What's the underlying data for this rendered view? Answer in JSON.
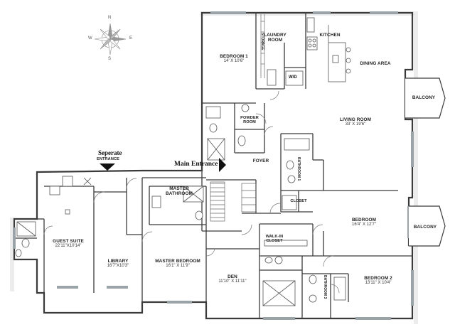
{
  "rooms": {
    "bedroom1": {
      "name": "BEDROOM 1",
      "dims": "14' X 10'6\""
    },
    "laundry": {
      "name": "LAUNDRY ROOM"
    },
    "storage": {
      "name": "STORAGE"
    },
    "kitchen": {
      "name": "KITCHEN"
    },
    "dining": {
      "name": "DINING AREA"
    },
    "powder": {
      "name": "POWDER ROOM"
    },
    "living": {
      "name": "LIVING ROOM",
      "dims": "33' X 19'6\""
    },
    "balcony_top": {
      "name": "BALCONY"
    },
    "balcony_mid": {
      "name": "BALCONY"
    },
    "foyer": {
      "name": "FOYER"
    },
    "bathroom1": {
      "name": "BATHROOM 1"
    },
    "closet": {
      "name": "CLOSET"
    },
    "master_bath": {
      "name": "MASTER BATHROOM"
    },
    "bedroom": {
      "name": "BEDROOM",
      "dims": "16'4\" X 12'7\""
    },
    "walkin": {
      "name": "WALK-IN CLOSET"
    },
    "guest": {
      "name": "GUEST   SUITE",
      "dims": "22'11\"X10'14\""
    },
    "library": {
      "name": "LIBRARY",
      "dims": "16'7\"X10'3\""
    },
    "master_bed": {
      "name": "MASTER BEDROOM",
      "dims": "16'1\" X 11'9\""
    },
    "den": {
      "name": "DEN",
      "dims": "11'10\" X 11'11\""
    },
    "bathroom3": {
      "name": "BATHROOM 3"
    },
    "bedroom2": {
      "name": "BEDROOM 2",
      "dims": "13'11\" X 10'4\""
    }
  },
  "labels": {
    "separate_entrance": "Seperate",
    "separate_entrance_sub": "ENTRANCE",
    "main_entrance": "Main Entrance",
    "wd": "W/D"
  },
  "compass": {
    "n": "N",
    "s": "S",
    "e": "E",
    "w": "W"
  },
  "colors": {
    "wall": "#3a3a3a",
    "fixture": "#555555",
    "window": "#9aa3a8",
    "shade": "#e6e6e6"
  }
}
